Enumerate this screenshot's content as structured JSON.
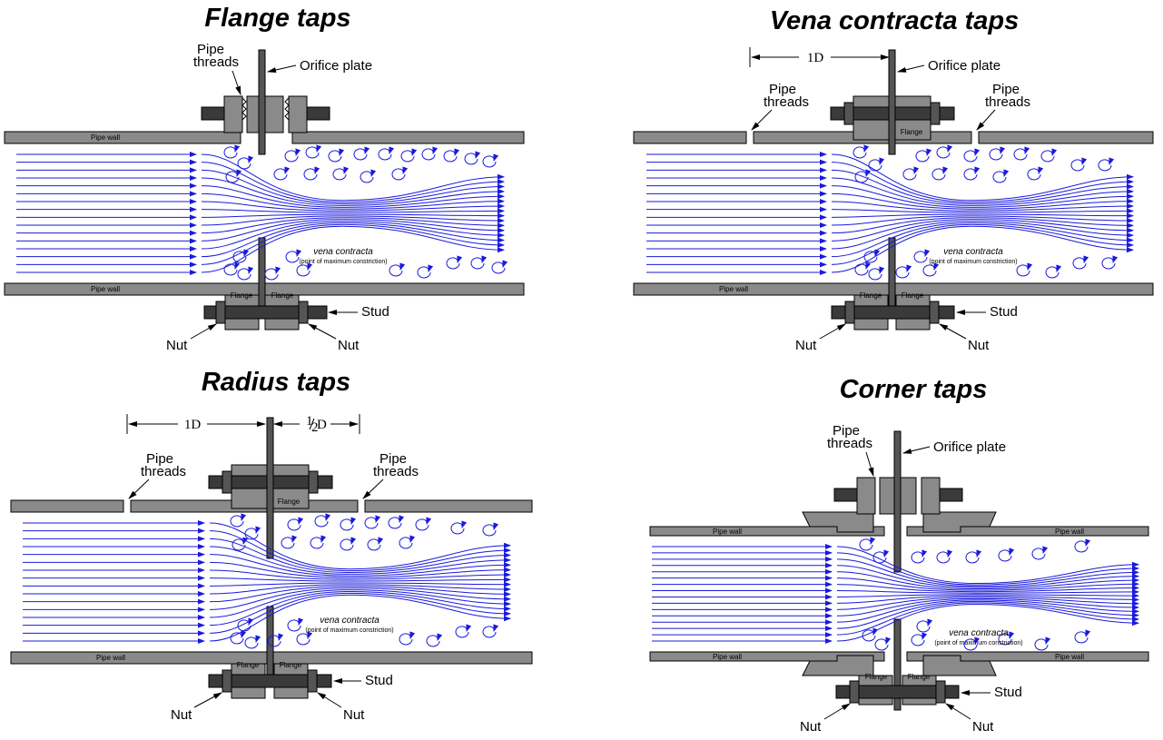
{
  "colors": {
    "flow": "#1a1adc",
    "metal": "#8a8a8a",
    "stud": "#3a3a3a",
    "background": "#ffffff"
  },
  "panels": {
    "flange": {
      "title": "Flange taps",
      "pipe_threads_line1": "Pipe",
      "pipe_threads_line2": "threads",
      "orifice_plate": "Orifice plate",
      "pipe_wall_top": "Pipe wall",
      "pipe_wall_bottom": "Pipe wall",
      "vena_contracta": "vena contracta",
      "vena_note": "(point of maximum constriction)",
      "flange_left": "Flange",
      "flange_right": "Flange",
      "stud": "Stud",
      "nut_left": "Nut",
      "nut_right": "Nut"
    },
    "vena": {
      "title": "Vena contracta taps",
      "dim_1d": "1D",
      "orifice_plate": "Orifice plate",
      "pipe_threads_left_1": "Pipe",
      "pipe_threads_left_2": "threads",
      "pipe_threads_right_1": "Pipe",
      "pipe_threads_right_2": "threads",
      "flange_top": "Flange",
      "pipe_wall_bottom": "Pipe wall",
      "vena_contracta": "vena contracta",
      "vena_note": "(point of maximum constriction)",
      "flange_left": "Flange",
      "flange_right": "Flange",
      "stud": "Stud",
      "nut_left": "Nut",
      "nut_right": "Nut"
    },
    "radius": {
      "title": "Radius taps",
      "dim_1d": "1D",
      "dim_half_num": "1",
      "dim_half_den": "2",
      "dim_half_d": "D",
      "pipe_threads_left_1": "Pipe",
      "pipe_threads_left_2": "threads",
      "pipe_threads_right_1": "Pipe",
      "pipe_threads_right_2": "threads",
      "flange_top": "Flange",
      "pipe_wall_bottom": "Pipe wall",
      "vena_contracta": "vena contracta",
      "vena_note": "(point of maximum constriction)",
      "flange_left": "Flange",
      "flange_right": "Flange",
      "stud": "Stud",
      "nut_left": "Nut",
      "nut_right": "Nut"
    },
    "corner": {
      "title": "Corner taps",
      "pipe_threads_line1": "Pipe",
      "pipe_threads_line2": "threads",
      "orifice_plate": "Orifice plate",
      "pipe_wall_top_left": "Pipe wall",
      "pipe_wall_top_right": "Pipe wall",
      "pipe_wall_bottom_left": "Pipe wall",
      "pipe_wall_bottom_right": "Pipe wall",
      "vena_contracta": "vena contracta",
      "vena_note": "(point of maximum constriction)",
      "flange_left": "Flange",
      "flange_right": "Flange",
      "stud": "Stud",
      "nut_left": "Nut",
      "nut_right": "Nut"
    }
  }
}
